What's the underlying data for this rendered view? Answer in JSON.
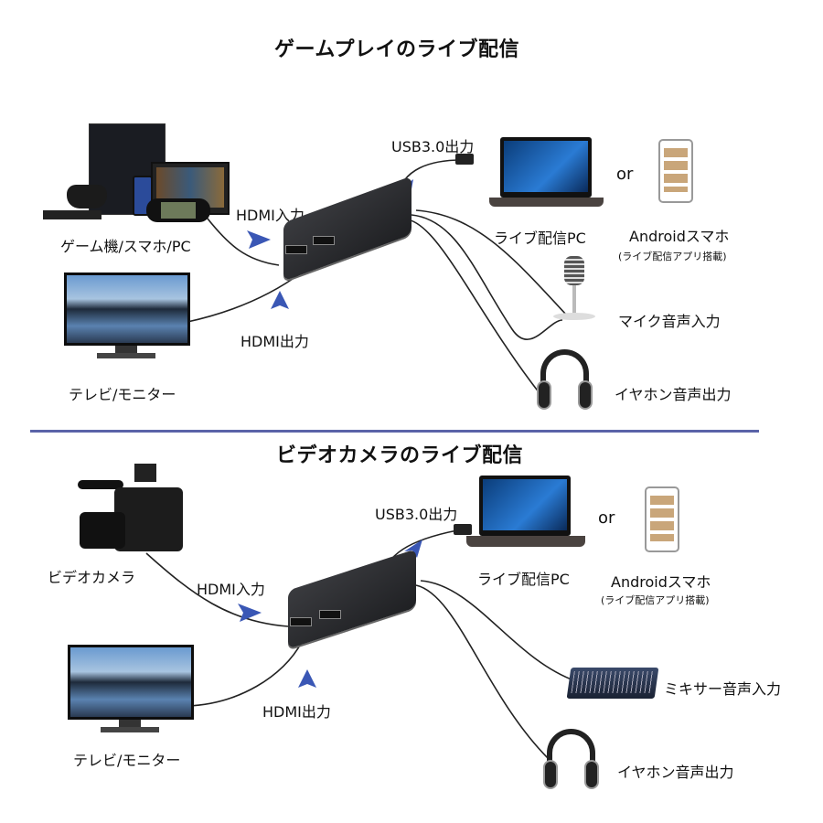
{
  "sections": [
    {
      "title": "ゲームプレイのライブ配信",
      "source_label": "ゲーム機/スマホ/PC",
      "hdmi_in_label": "HDMI入力",
      "hdmi_out_label": "HDMI出力",
      "usb_label": "USB3.0出力",
      "monitor_label": "テレビ/モニター",
      "pc_label": "ライブ配信PC",
      "or_label": "or",
      "android_label": "Androidスマホ",
      "android_note": "(ライブ配信アプリ搭載)",
      "audio_in_label": "マイク音声入力",
      "audio_out_label": "イヤホン音声出力"
    },
    {
      "title": "ビデオカメラのライブ配信",
      "source_label": "ビデオカメラ",
      "hdmi_in_label": "HDMI入力",
      "hdmi_out_label": "HDMI出力",
      "usb_label": "USB3.0出力",
      "monitor_label": "テレビ/モニター",
      "pc_label": "ライブ配信PC",
      "or_label": "or",
      "android_label": "Androidスマホ",
      "android_note": "(ライブ配信アプリ搭載)",
      "audio_in_label": "ミキサー音声入力",
      "audio_out_label": "イヤホン音声出力"
    }
  ],
  "colors": {
    "arrow": "#3a57b5",
    "divider": "#5a63a8",
    "capture_device": "#2a2b2e"
  }
}
